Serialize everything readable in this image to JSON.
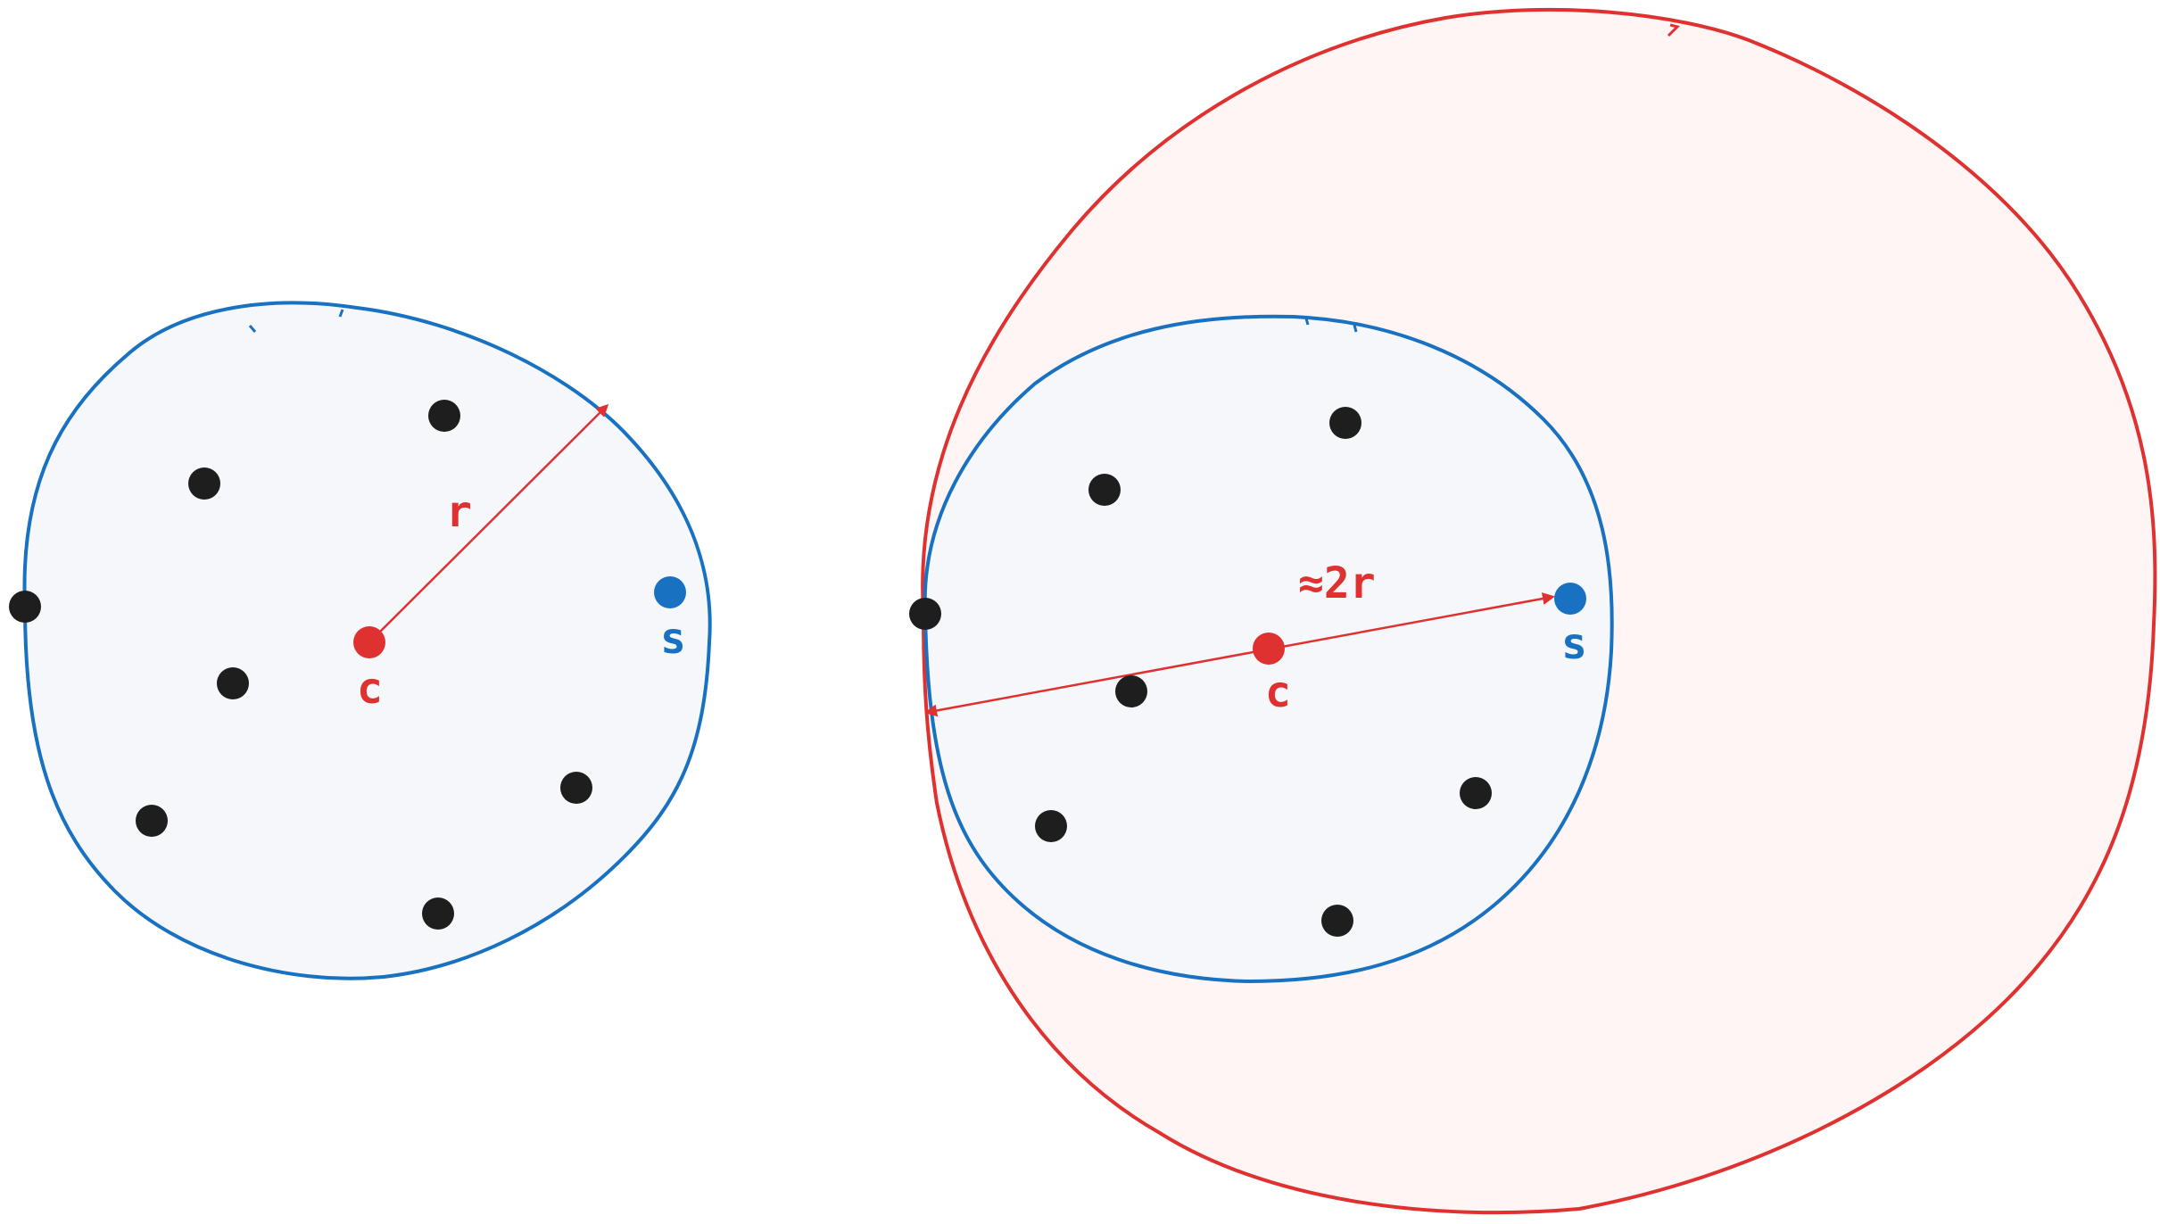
{
  "colors": {
    "background": "#ffffff",
    "blue_stroke": "#1971c2",
    "blue_fill": "#f5f7fa",
    "red_stroke": "#e03131",
    "red_fill": "#fff5f5",
    "point": "#1e1e1e",
    "center_point": "#e03131",
    "special_point": "#1971c2"
  },
  "left_diagram": {
    "radius_label": "r",
    "center_label": "c",
    "special_label": "s"
  },
  "right_diagram": {
    "diameter_label": "≈2r",
    "center_label": "c",
    "special_label": "s"
  }
}
